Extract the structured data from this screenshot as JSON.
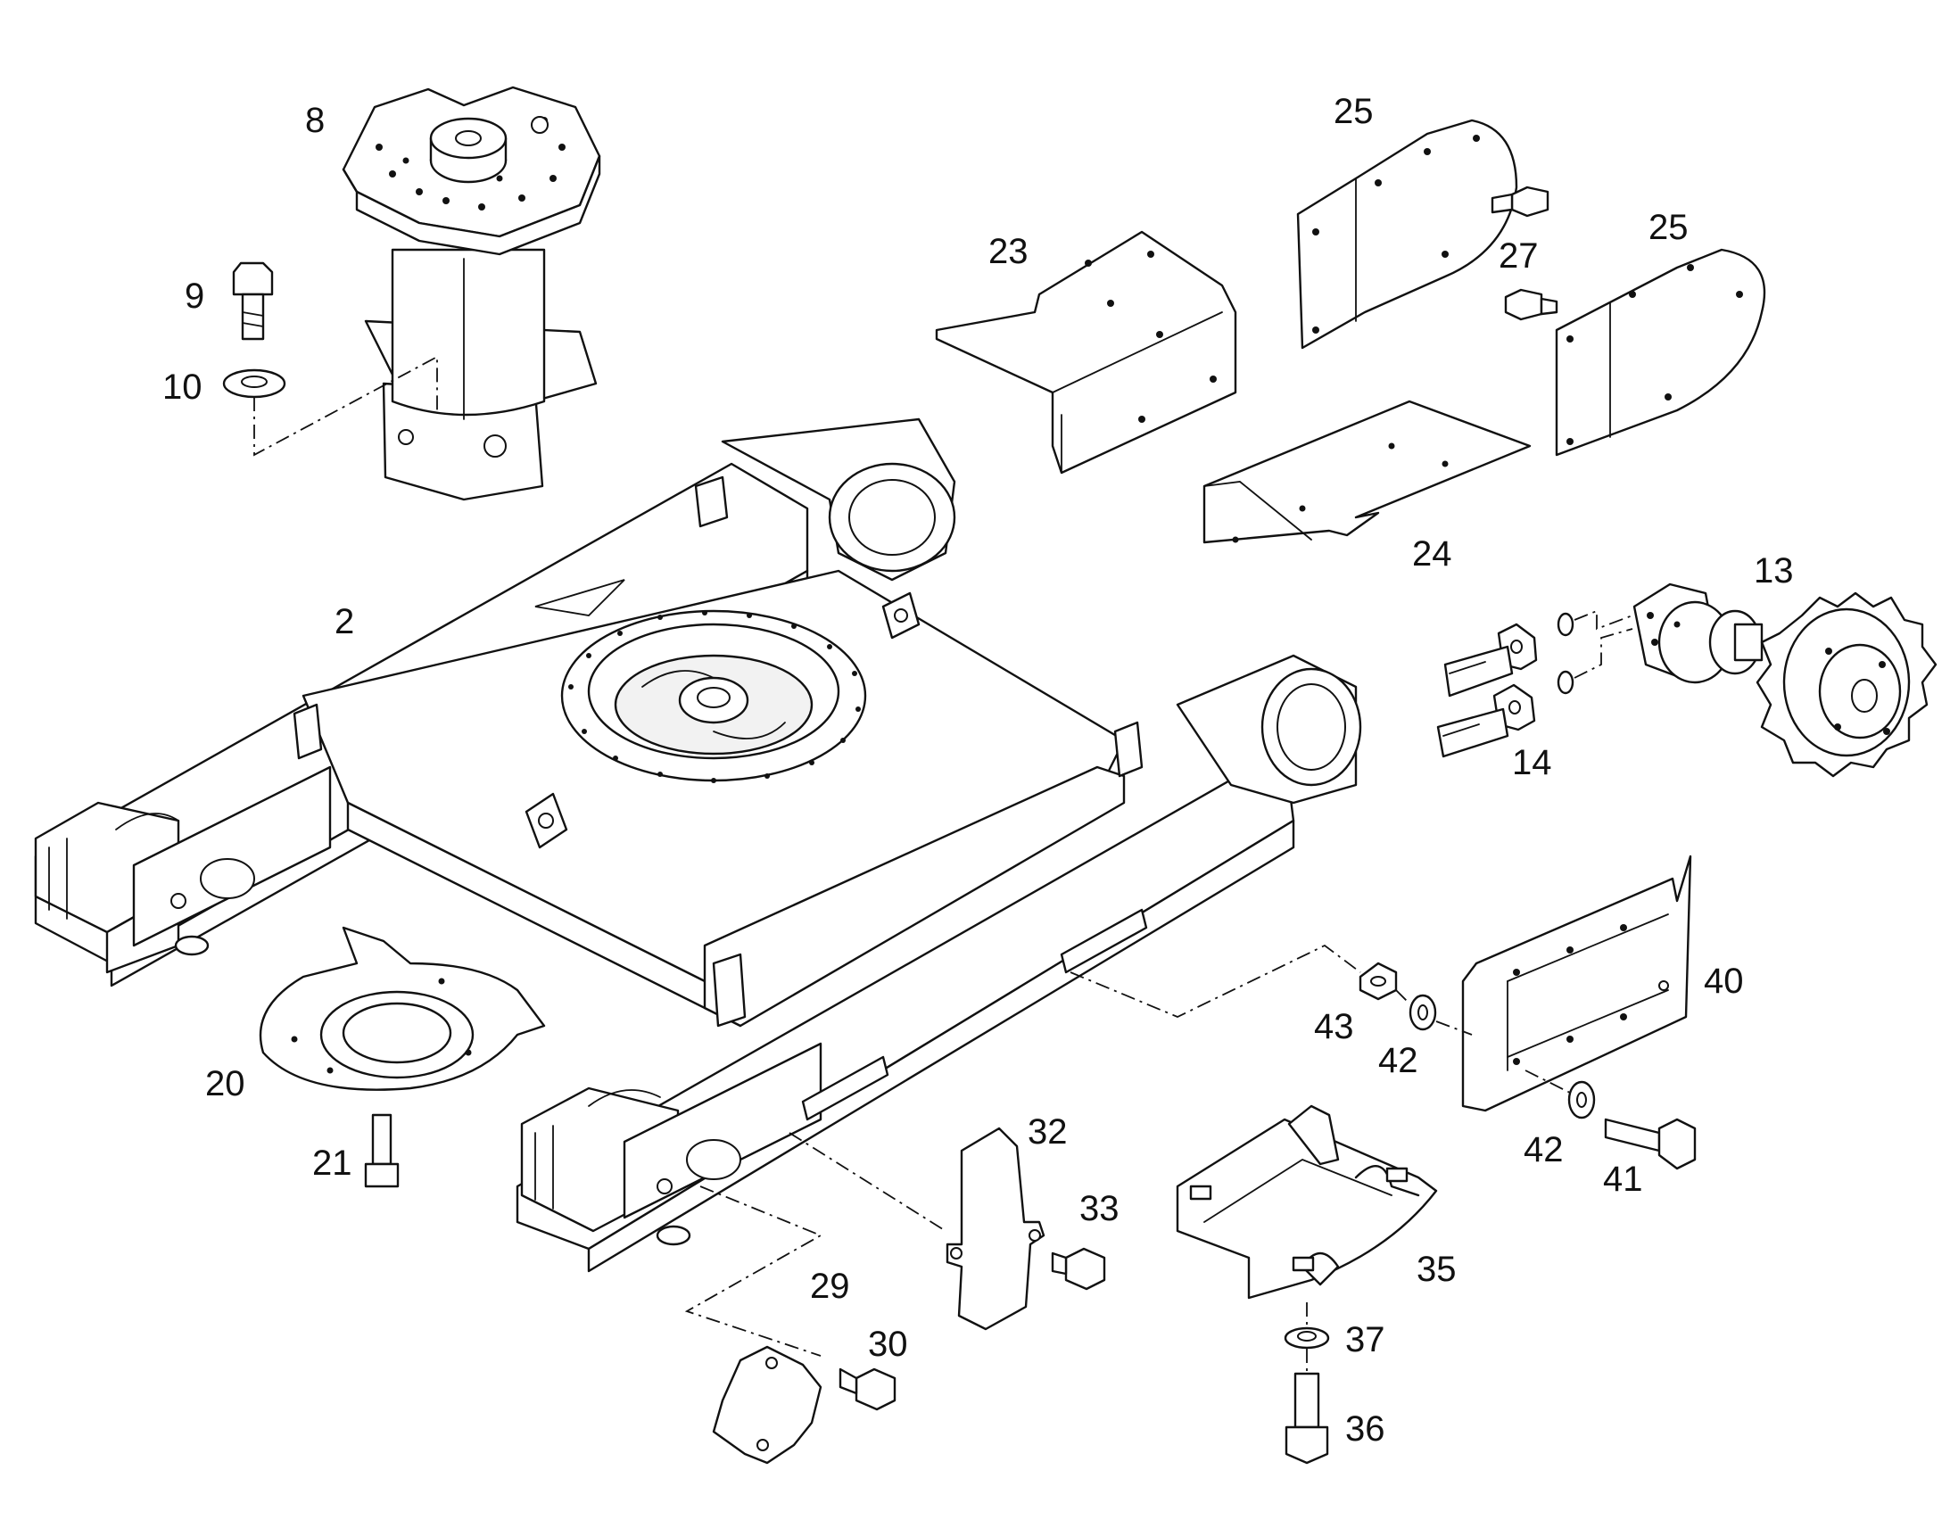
{
  "diagram": {
    "style": "exploded parts drawing",
    "line_color": "#111111",
    "background": "#ffffff"
  },
  "callouts": {
    "c8": "8",
    "c9": "9",
    "c10": "10",
    "c25a": "25",
    "c25b": "25",
    "c23": "23",
    "c27": "27",
    "c24": "24",
    "c13": "13",
    "c14": "14",
    "c2": "2",
    "c40": "40",
    "c43": "43",
    "c42a": "42",
    "c42b": "42",
    "c41": "41",
    "c20": "20",
    "c21": "21",
    "c32": "32",
    "c33": "33",
    "c35": "35",
    "c37": "37",
    "c36": "36",
    "c29": "29",
    "c30": "30"
  }
}
